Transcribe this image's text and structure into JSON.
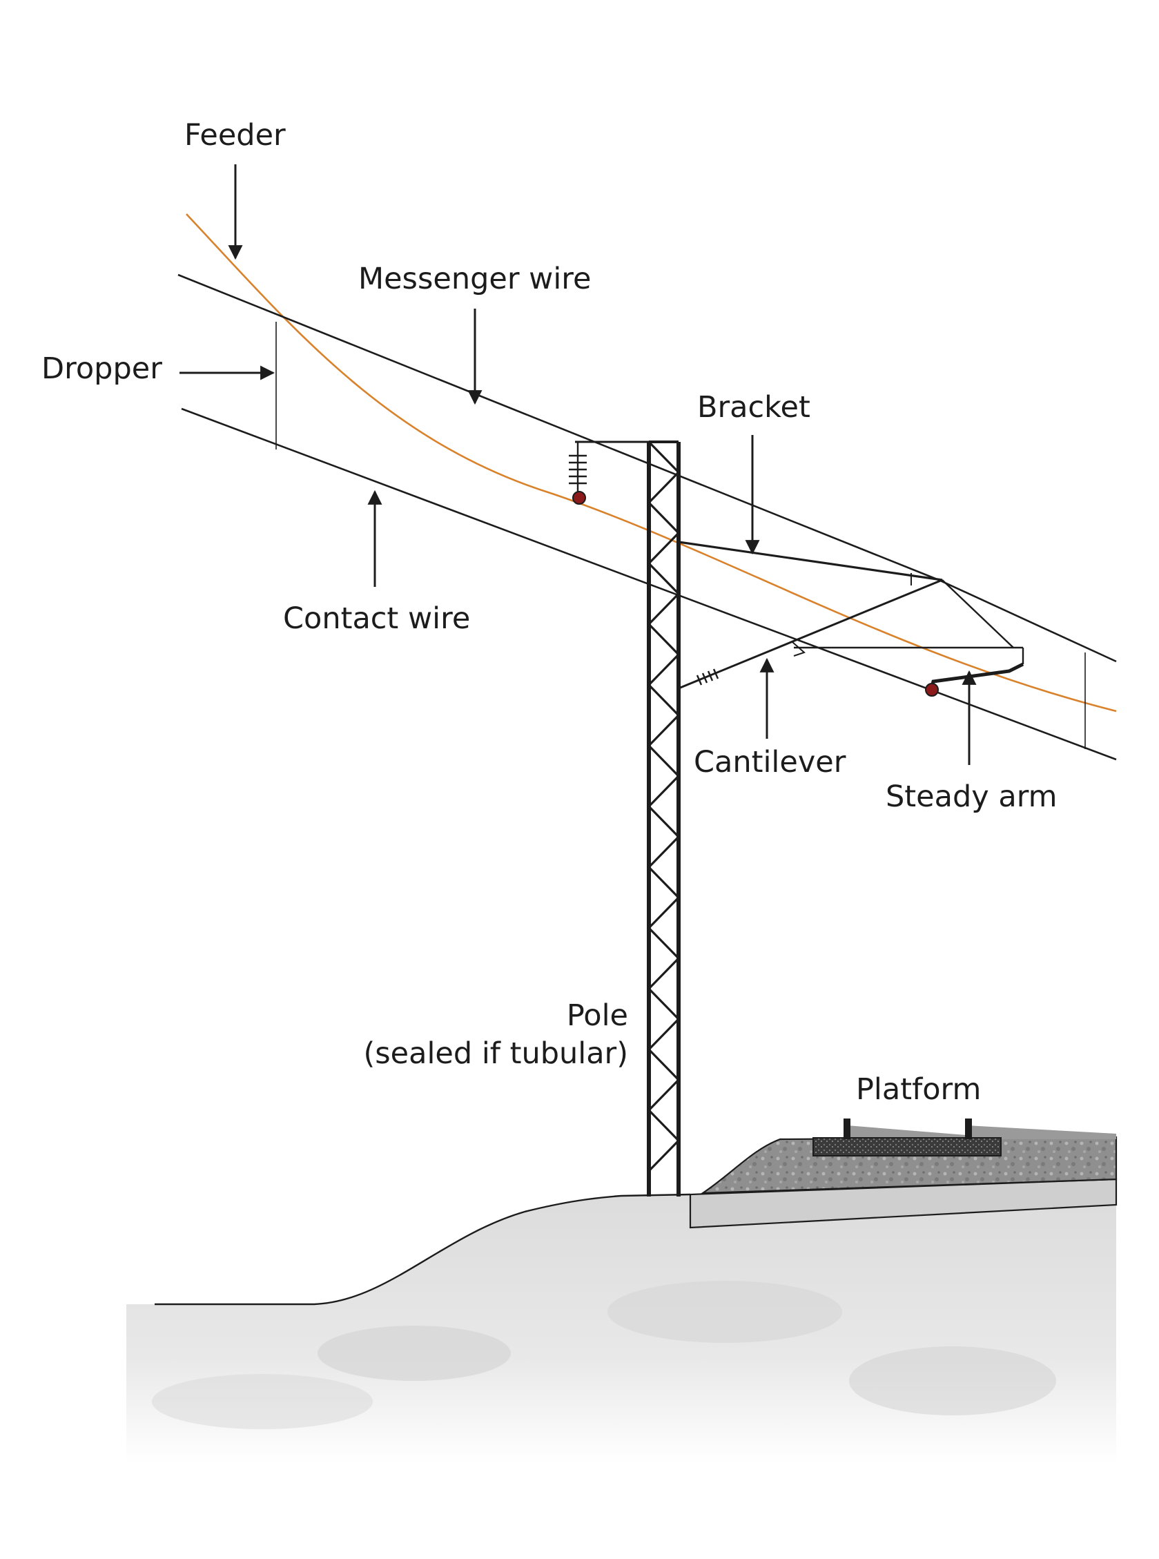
{
  "labels": {
    "feeder": "Feeder",
    "messenger_wire": "Messenger wire",
    "dropper": "Dropper",
    "bracket": "Bracket",
    "contact_wire": "Contact wire",
    "cantilever": "Cantilever",
    "steady_arm": "Steady arm",
    "pole_line1": "Pole",
    "pole_line2": "(sealed if tubular)",
    "platform": "Platform"
  },
  "colors": {
    "feeder_wire": "#d9822b",
    "line": "#1c1c1c",
    "ground": "#e4e4e4",
    "platform_fill": "#8f8f8f",
    "clamp_dot": "#8b1a1a"
  }
}
